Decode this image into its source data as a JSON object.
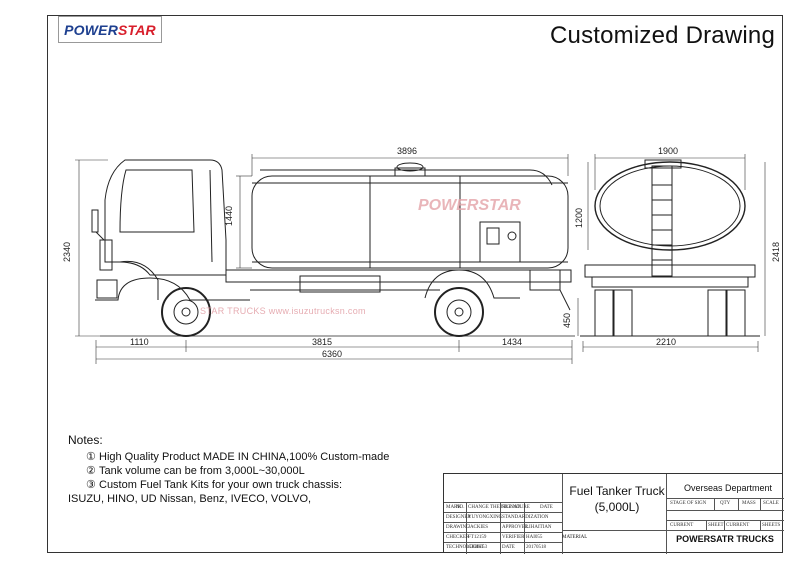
{
  "header": {
    "logo_part1": "POWER",
    "logo_part2": "STAR",
    "title": "Customized Drawing"
  },
  "watermark": {
    "logo": "POWERSTAR",
    "url_text": "STAR TRUCKS  www.isuzutrucksn.com"
  },
  "dimensions": {
    "side_tank_length": "3896",
    "side_tank_height": "1440",
    "side_total_height": "2340",
    "ground_clearance": "450",
    "front_overhang": "1110",
    "wheelbase": "3815",
    "rear_overhang": "1434",
    "overall_length": "6360",
    "rear_tank_width": "1900",
    "rear_tank_height": "1200",
    "rear_total_height": "2418",
    "rear_track_width": "2210"
  },
  "notes": {
    "heading": "Notes:",
    "items": [
      {
        "num": "①",
        "text": "High Quality Product MADE IN CHINA,100% Custom-made"
      },
      {
        "num": "②",
        "text": "Tank volume can be from 3,000L~30,000L"
      },
      {
        "num": "③",
        "text": "Custom Fuel Tank Kits for your own truck chassis:"
      }
    ],
    "brands": "ISUZU, HINO, UD Nissan, Benz, IVECO, VOLVO,"
  },
  "title_block": {
    "product_name": "Fuel Tanker Truck",
    "product_capacity": "(5,000L)",
    "department": "Overseas Department",
    "company": "POWERSATR TRUCKS",
    "material_label": "MATERIAL",
    "row_mark": [
      "MARK",
      "NO.",
      "CHANGE THE FILE NO.",
      "SIGNATURE",
      "DATE"
    ],
    "row_designer": [
      "DESIGNER",
      "YUYONGXING",
      "STANDARDIZATION"
    ],
    "row_drawing": [
      "DRAWING",
      "JACKIES",
      "APPROVER",
      "LIHAITIAN"
    ],
    "row_checker": [
      "CHECKER",
      "FT12159",
      "VERIFIER",
      "HAI055"
    ],
    "row_tech": [
      "TECHNOLOGIST",
      "GE08153",
      "DATE",
      "20170518"
    ],
    "stage": [
      "STAGE OF SIGN",
      "QTY",
      "MASS",
      "SCALE"
    ],
    "sheets": [
      "CURRENT",
      "SHEET",
      "CURRENT",
      "SHEETS"
    ]
  }
}
